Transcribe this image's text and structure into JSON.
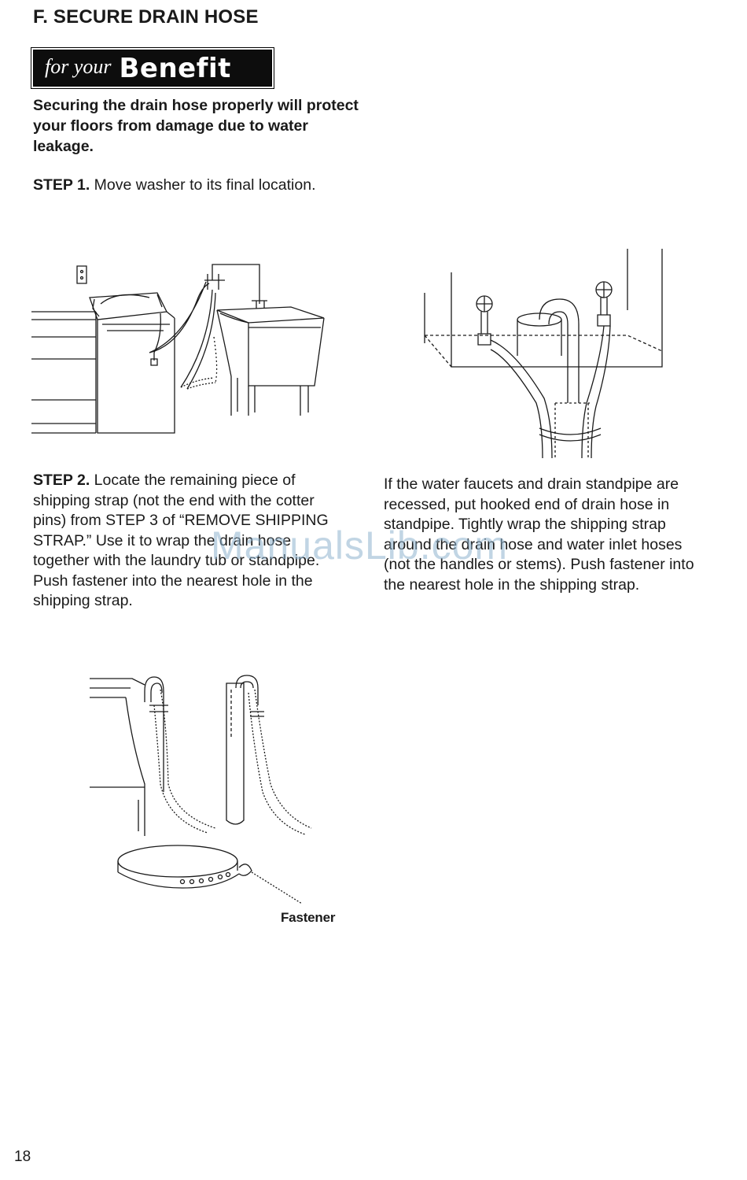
{
  "heading": "F. SECURE DRAIN HOSE",
  "benefit_badge": {
    "prefix": "for your",
    "word": "Benefit"
  },
  "intro": "Securing the drain hose properly will protect your floors from damage due to water leakage.",
  "step1": {
    "label": "STEP 1.",
    "text": " Move washer to its final location."
  },
  "step2": {
    "label": "STEP 2.",
    "text": " Locate the remaining piece of shipping strap (not the end with the cotter pins) from STEP 3 of “REMOVE SHIPPING STRAP.” Use it to wrap the drain hose together with the laundry tub or standpipe. Push fastener into the nearest hole in the shipping strap."
  },
  "recessed_text": "If the water faucets and drain standpipe are recessed, put hooked end of drain hose in standpipe. Tightly wrap the shipping strap around the drain hose and water inlet hoses (not the handles or stems). Push fastener into the nearest hole in the shipping strap.",
  "figure_labels": {
    "fastener": "Fastener"
  },
  "watermark": "ManualsLib.com",
  "page_number": "18"
}
